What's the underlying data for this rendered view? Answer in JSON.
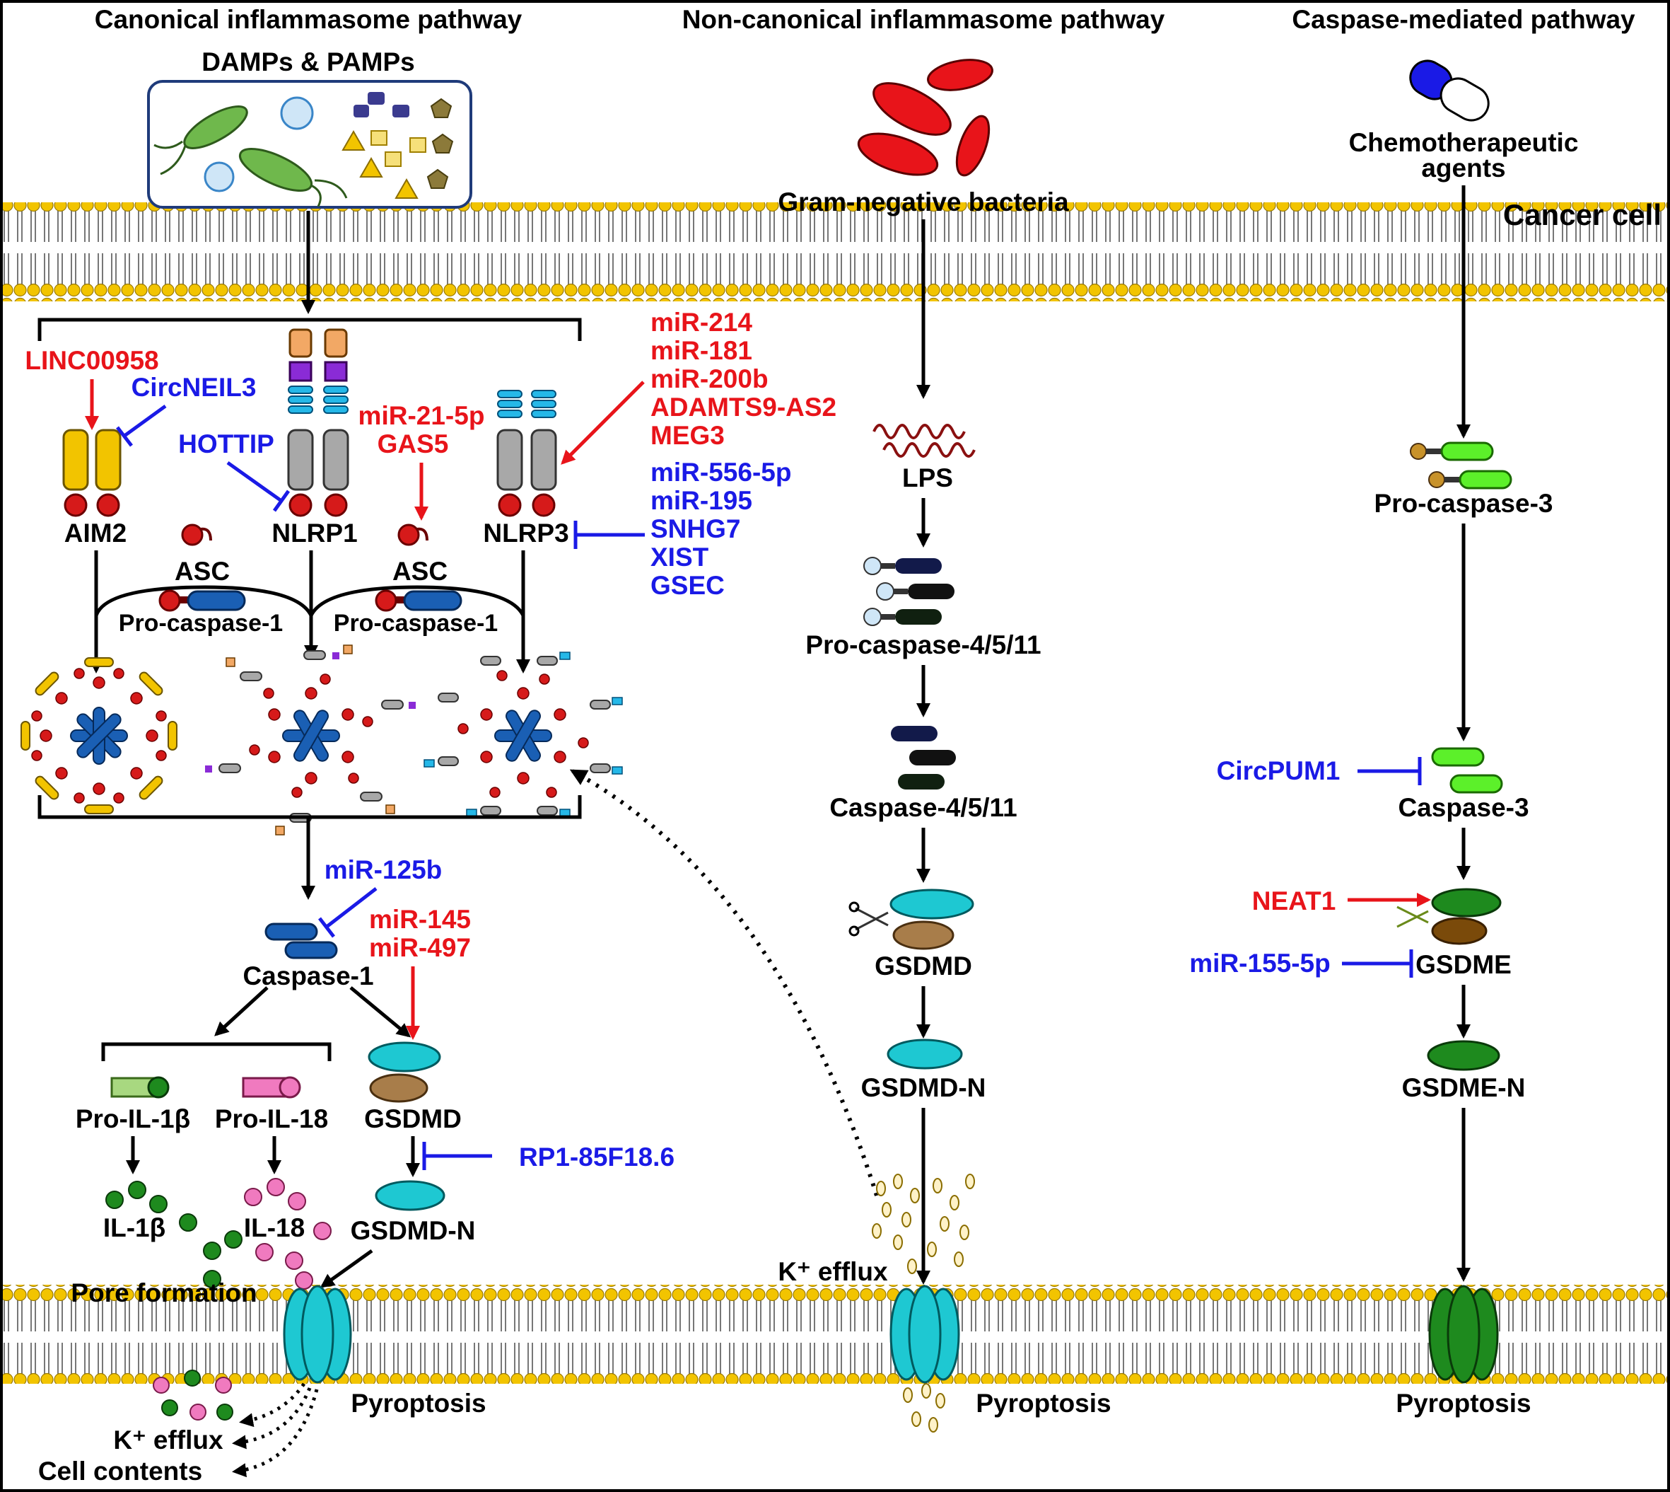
{
  "titles": {
    "canonical": "Canonical inflammasome pathway",
    "noncanonical": "Non-canonical inflammasome pathway",
    "caspase": "Caspase-mediated pathway"
  },
  "canonical": {
    "stimulus": "DAMPs & PAMPs",
    "aim2": "AIM2",
    "nlrp1": "NLRP1",
    "nlrp3": "NLRP3",
    "asc": "ASC",
    "procasp1": "Pro-caspase-1",
    "casp1": "Caspase-1",
    "pro_il1b": "Pro-IL-1β",
    "pro_il18": "Pro-IL-18",
    "gsdmd": "GSDMD",
    "il1b": "IL-1β",
    "il18": "IL-18",
    "gsdmd_n": "GSDMD-N",
    "pore": "Pore formation",
    "pyroptosis": "Pyroptosis",
    "k_efflux": "K⁺ efflux",
    "cell_contents": "Cell contents"
  },
  "noncanonical": {
    "stimulus": "Gram-negative bacteria",
    "lps": "LPS",
    "procasp": "Pro-caspase-4/5/11",
    "casp": "Caspase-4/5/11",
    "gsdmd": "GSDMD",
    "gsdmd_n": "GSDMD-N",
    "k_efflux": "K⁺ efflux",
    "pyroptosis": "Pyroptosis"
  },
  "caspase": {
    "stimulus_line1": "Chemotherapeutic",
    "stimulus_line2": "agents",
    "cancer_cell": "Cancer cell",
    "procasp3": "Pro-caspase-3",
    "casp3": "Caspase-3",
    "gsdme": "GSDME",
    "gsdme_n": "GSDME-N",
    "pyroptosis": "Pyroptosis"
  },
  "regulators": {
    "linc00958": "LINC00958",
    "circneil3": "CircNEIL3",
    "hottip": "HOTTIP",
    "mir21": "miR-21-5p",
    "gas5": "GAS5",
    "activators_nlrp3": [
      "miR-214",
      "miR-181",
      "miR-200b",
      "ADAMTS9-AS2",
      "MEG3"
    ],
    "inhibitors_nlrp3": [
      "miR-556-5p",
      "miR-195",
      "SNHG7",
      "XIST",
      "GSEC"
    ],
    "mir125b": "miR-125b",
    "mir145": "miR-145",
    "mir497": "miR-497",
    "rp1": "RP1-85F18.6",
    "circpum1": "CircPUM1",
    "neat1": "NEAT1",
    "mir155": "miR-155-5p"
  },
  "colors": {
    "activator": "#e8141a",
    "inhibitor": "#1a1ae6",
    "membrane_head": "#f2c400",
    "gsdmd": "#1ec8d2",
    "gsdme": "#1e8a1e",
    "caspase1": "#1a5fb4",
    "caspase3": "#5cf02a"
  }
}
